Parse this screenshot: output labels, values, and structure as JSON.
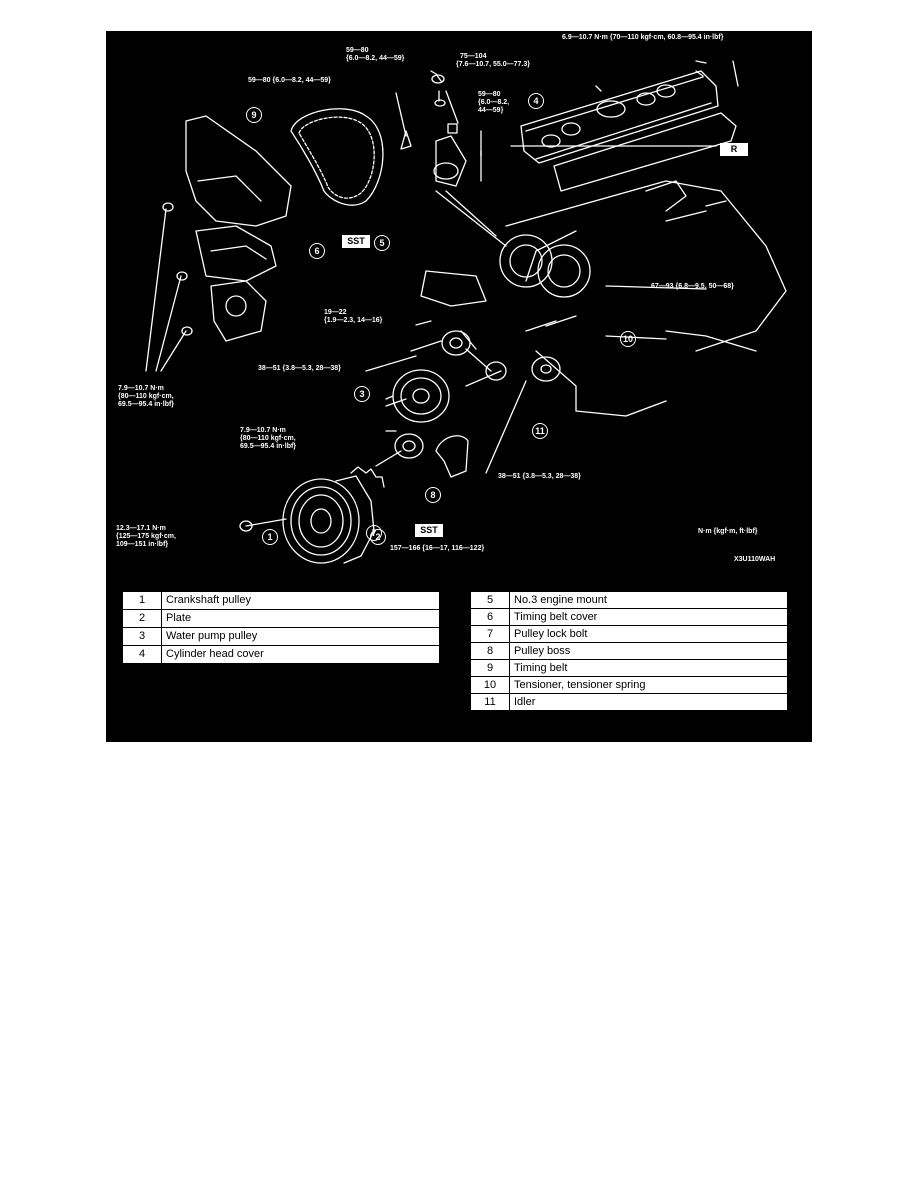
{
  "labels": {
    "torque_head_cover": "6.9—10.7 N·m {70—110 kgf·cm, 60.8—95.4 in·lbf}",
    "torque_59_80_top_a": "59—80",
    "torque_59_80_top_b": "{6.0—8.2, 44—59}",
    "torque_59_80_left": "59—80 {6.0—8.2, 44—59}",
    "torque_75_104_a": "75—104",
    "torque_75_104_b": "{7.6—10.7, 55.0—77.3}",
    "torque_59_80_right_a": "59—80",
    "torque_59_80_right_b": "{6.0—8.2,",
    "torque_59_80_right_c": "44—59}",
    "torque_67_93": "67—93 {6.8—9.5, 50—68}",
    "torque_19_22_a": "19—22",
    "torque_19_22_b": "{1.9—2.3, 14—16}",
    "torque_38_51_upper": "38—51 {3.8—5.3, 28—38}",
    "torque_cover_a": "7.9—10.7 N·m",
    "torque_cover_b": "{80—110 kgf·cm,",
    "torque_cover_c": "69.5—95.4 in·lbf}",
    "torque_pulley_a": "7.9—10.7 N·m",
    "torque_pulley_b": "{80—110 kgf·cm,",
    "torque_pulley_c": "69.5—95.4 in·lbf}",
    "torque_38_51_lower": "38—51 {3.8—5.3, 28—38}",
    "torque_crank_a": "12.3—17.1 N·m",
    "torque_crank_b": "{125—175 kgf·cm,",
    "torque_crank_c": "109—151 in·lbf}",
    "torque_157_166": "157—166 {16—17, 116—122}",
    "units": "N·m {kgf·m, ft·lbf}",
    "figure_code": "X3U110WAH",
    "sst_a": "SST",
    "sst_b": "SST",
    "r_box": "R"
  },
  "callouts": [
    "1",
    "2",
    "3",
    "4",
    "5",
    "6",
    "7",
    "8",
    "9",
    "10",
    "11"
  ],
  "legend_left": [
    {
      "n": "1",
      "name": "Crankshaft pulley"
    },
    {
      "n": "2",
      "name": "Plate"
    },
    {
      "n": "3",
      "name": "Water pump pulley"
    },
    {
      "n": "4",
      "name": "Cylinder head cover"
    }
  ],
  "legend_right": [
    {
      "n": "5",
      "name": "No.3 engine mount"
    },
    {
      "n": "6",
      "name": "Timing belt cover"
    },
    {
      "n": "7",
      "name": "Pulley lock bolt"
    },
    {
      "n": "8",
      "name": "Pulley boss"
    },
    {
      "n": "9",
      "name": "Timing belt"
    },
    {
      "n": "10",
      "name": "Tensioner, tensioner spring"
    },
    {
      "n": "11",
      "name": "Idler"
    }
  ],
  "colors": {
    "panel": "#000000",
    "ink": "#ffffff"
  }
}
